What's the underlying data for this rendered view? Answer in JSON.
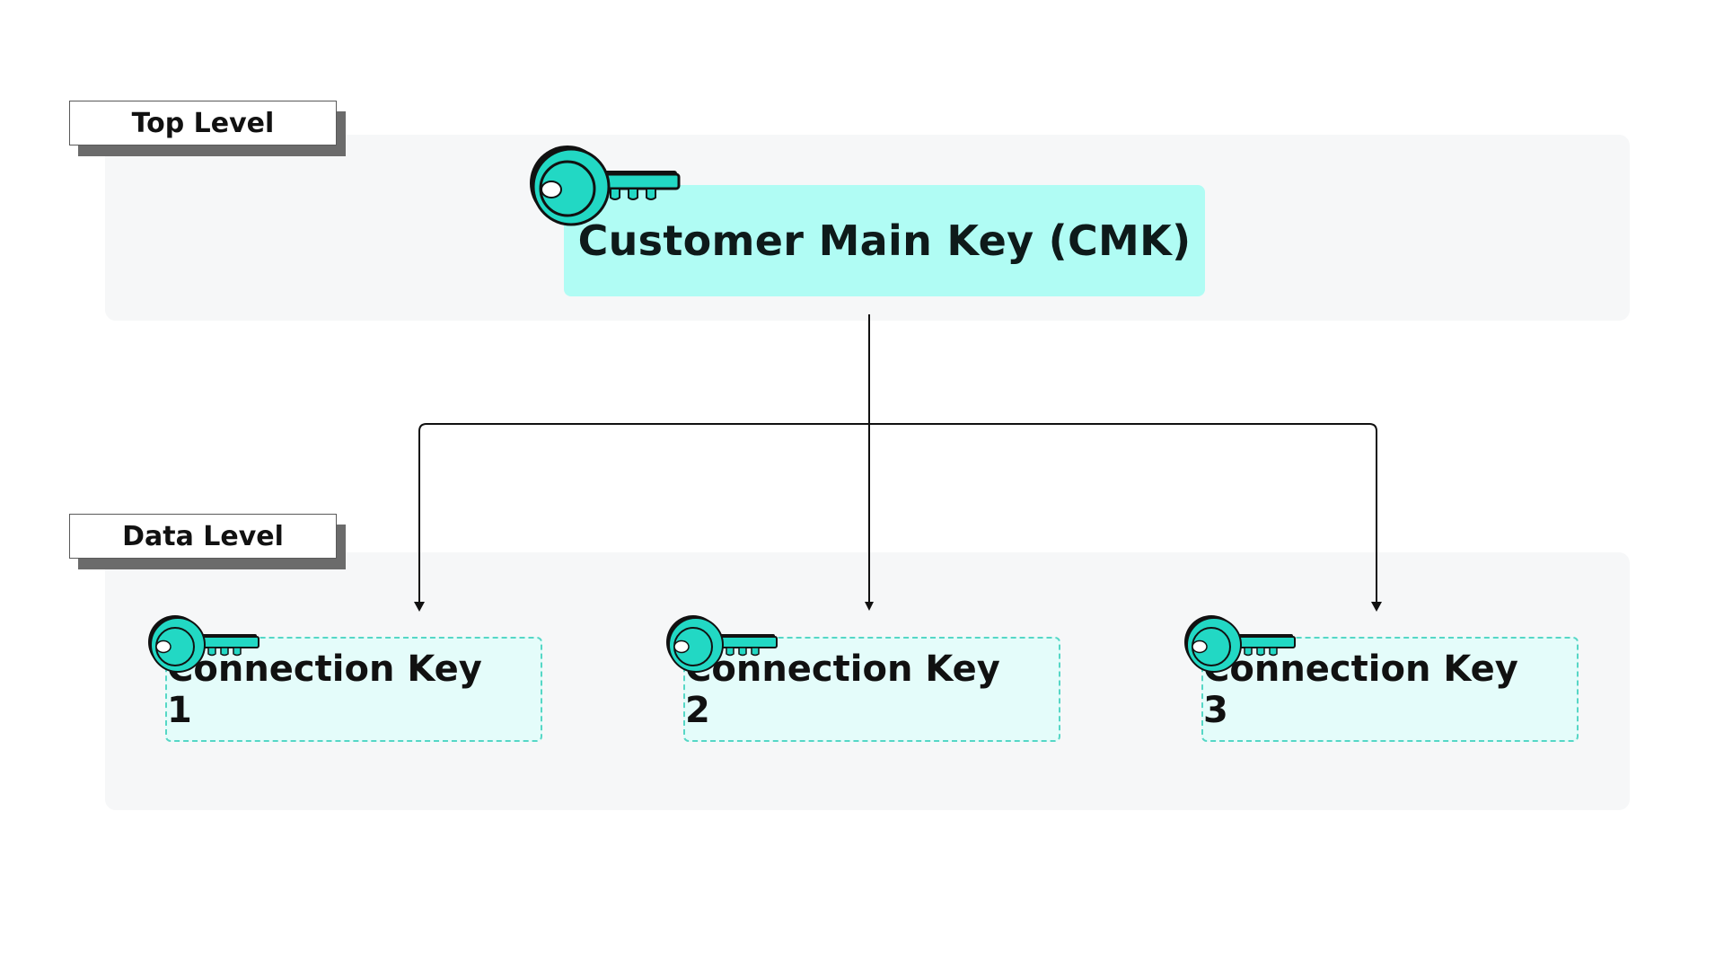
{
  "levels": {
    "top": "Top Level",
    "data": "Data Level"
  },
  "cmk": {
    "label": "Customer Main Key (CMK)"
  },
  "connection_keys": [
    {
      "label": "Connection Key 1"
    },
    {
      "label": "Connection Key 2"
    },
    {
      "label": "Connection Key 3"
    }
  ],
  "icons": {
    "key": "key-icon"
  },
  "colors": {
    "key_teal": "#22d8c4",
    "key_outline": "#111111",
    "cmk_fill": "#b0fcf4",
    "connection_fill": "#e4fcfa",
    "connection_border": "#56d7c6",
    "band_fill": "#f6f7f8",
    "arrow": "#111111"
  }
}
